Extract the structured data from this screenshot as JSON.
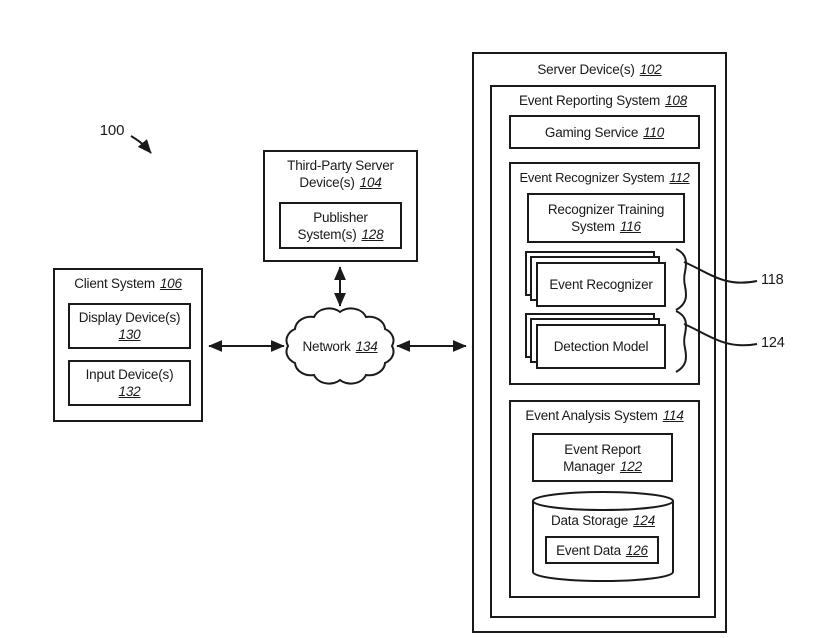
{
  "figure": {
    "reference_number": "100"
  },
  "client_system": {
    "label": "Client System",
    "num": "106"
  },
  "display_devices": {
    "label": "Display Device(s)",
    "num": "130"
  },
  "input_devices": {
    "label": "Input Device(s)",
    "num": "132"
  },
  "third_party_server": {
    "label1": "Third-Party Server",
    "label2": "Device(s)",
    "num": "104"
  },
  "publisher_system": {
    "label1": "Publisher",
    "label2": "System(s)",
    "num": "128"
  },
  "network": {
    "label": "Network",
    "num": "134"
  },
  "server_devices": {
    "label": "Server Device(s)",
    "num": "102"
  },
  "event_reporting_system": {
    "label": "Event Reporting System",
    "num": "108"
  },
  "gaming_service": {
    "label": "Gaming Service",
    "num": "110"
  },
  "event_recognizer_system": {
    "label": "Event Recognizer System",
    "num": "112"
  },
  "recognizer_training_system": {
    "label1": "Recognizer Training",
    "label2": "System",
    "num": "116"
  },
  "event_recognizer": {
    "label": "Event Recognizer",
    "callout_num": "118"
  },
  "detection_model": {
    "label": "Detection Model",
    "callout_num": "124"
  },
  "event_analysis_system": {
    "label": "Event Analysis System",
    "num": "114"
  },
  "event_report_manager": {
    "label1": "Event Report",
    "label2": "Manager",
    "num": "122"
  },
  "data_storage": {
    "label": "Data Storage",
    "num": "124"
  },
  "event_data": {
    "label": "Event Data",
    "num": "126"
  },
  "colors": {
    "line": "#1a1a1a",
    "background": "#ffffff"
  }
}
